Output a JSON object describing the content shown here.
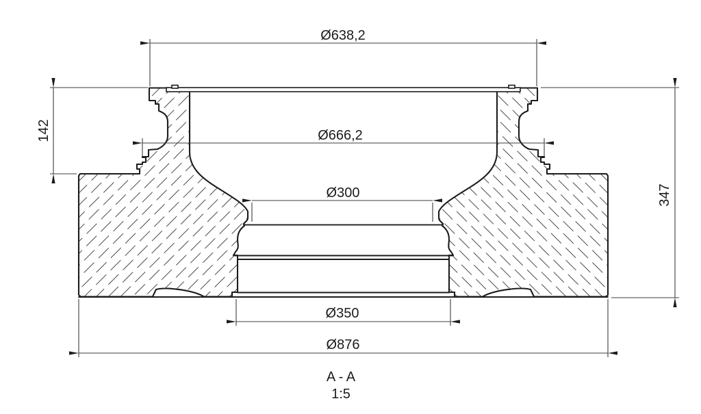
{
  "page": {
    "background": "#ffffff"
  },
  "drawing": {
    "kind": "engineering-cross-section",
    "section_label": "A - A",
    "scale_label": "1:5",
    "colors": {
      "line": "#1c1c1c",
      "dim_line": "#3d3d3d",
      "hatch": "#4a4a4a",
      "background": "#ffffff"
    },
    "dimensions": {
      "top_flange_diameter": "Ø638,2",
      "groove_diameter": "Ø666,2",
      "bore_top_diameter": "Ø300",
      "bore_bottom_diameter": "Ø350",
      "outer_diameter": "Ø876",
      "rim_height": "142",
      "overall_height": "347"
    }
  }
}
